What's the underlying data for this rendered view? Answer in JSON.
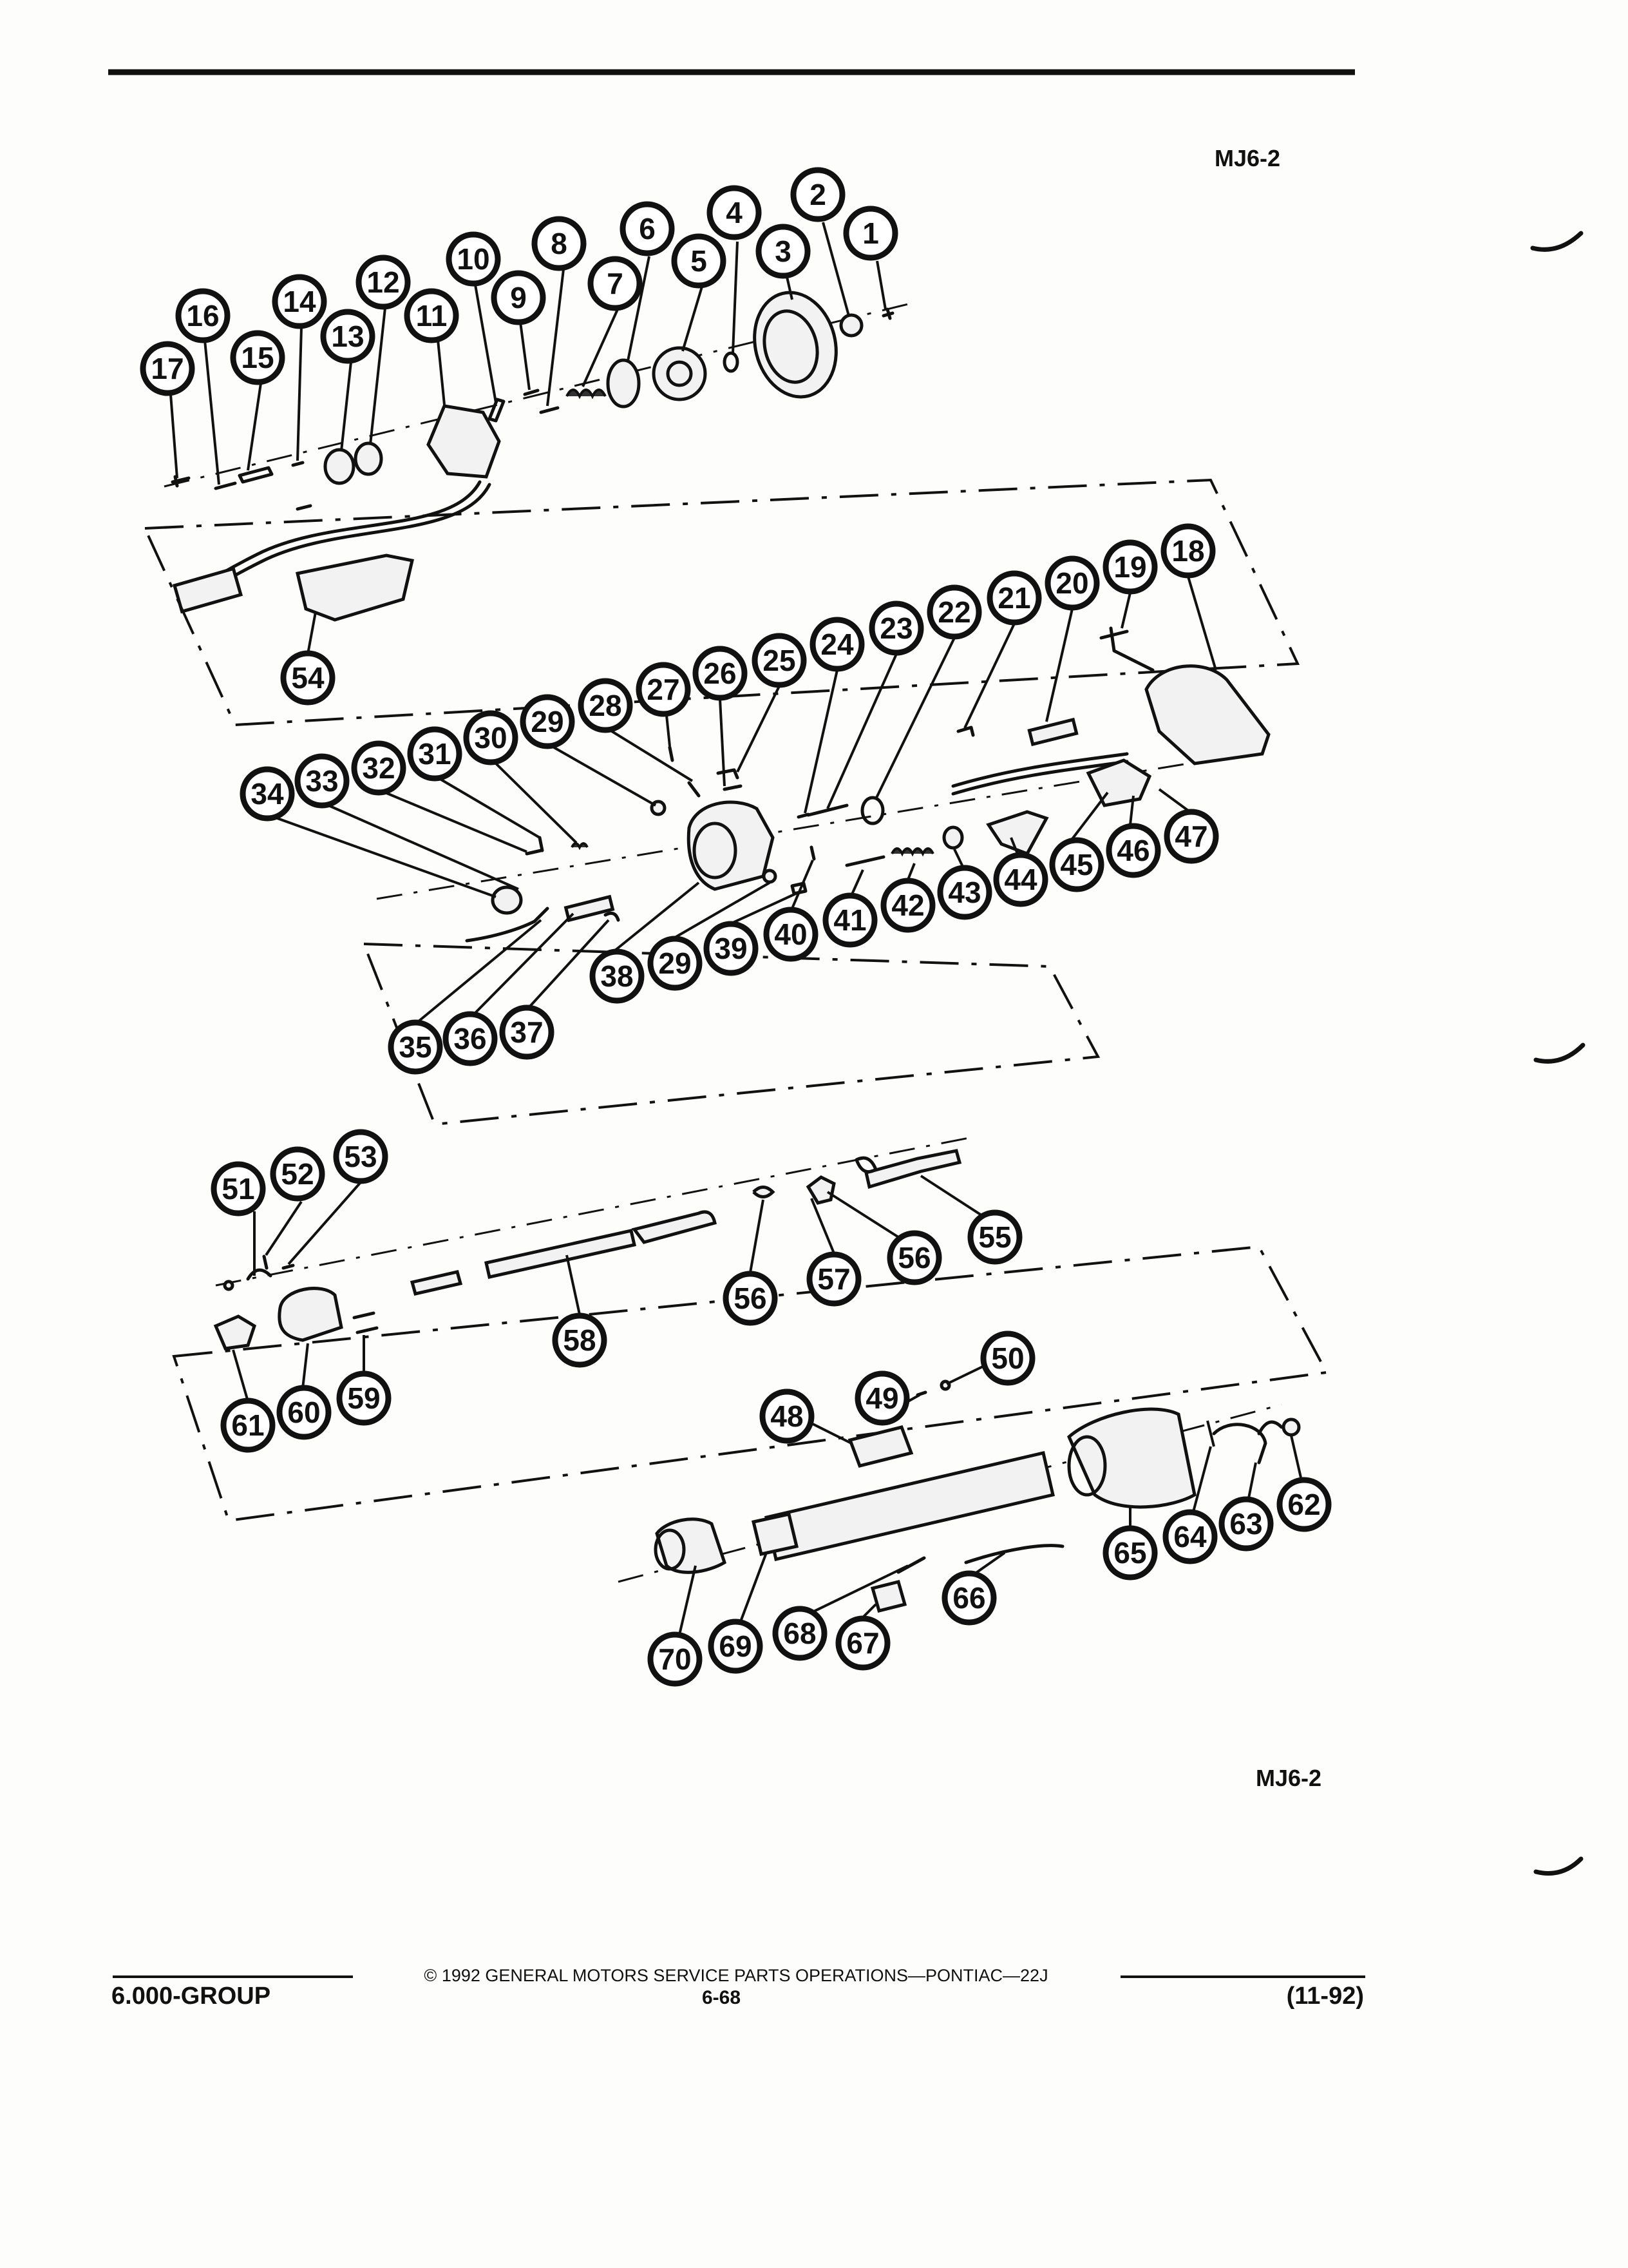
{
  "reference_code": "MJ6-2",
  "footer": {
    "group": "6.000-GROUP",
    "copyright": "© 1992 GENERAL MOTORS SERVICE PARTS OPERATIONS—PONTIAC—22J",
    "page_number": "6-68",
    "date": "(11-92)"
  },
  "callouts": [
    "1",
    "2",
    "3",
    "4",
    "5",
    "6",
    "7",
    "8",
    "9",
    "10",
    "11",
    "12",
    "13",
    "14",
    "15",
    "16",
    "17",
    "18",
    "19",
    "20",
    "21",
    "22",
    "23",
    "24",
    "25",
    "26",
    "27",
    "28",
    "29",
    "30",
    "31",
    "32",
    "33",
    "34",
    "35",
    "36",
    "37",
    "38",
    "39",
    "40",
    "41",
    "42",
    "43",
    "44",
    "45",
    "46",
    "47",
    "48",
    "49",
    "50",
    "51",
    "52",
    "53",
    "54",
    "55",
    "56",
    "57",
    "58",
    "59",
    "60",
    "61",
    "62",
    "63",
    "64",
    "65",
    "66",
    "67",
    "68",
    "69",
    "70"
  ],
  "colors": {
    "ink": "#111111",
    "paper": "#fdfdfb"
  }
}
